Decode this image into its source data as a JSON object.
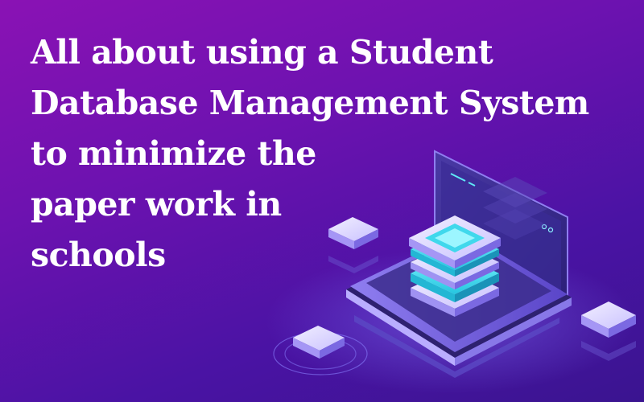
{
  "headline": {
    "lines": [
      "All about using a Student",
      "Database Management System",
      "to minimize the",
      "paper work in",
      "schools"
    ]
  },
  "illustration": {
    "subject": "isometric laptop with server database stack",
    "colors": {
      "background_start": "#8a12b4",
      "background_end": "#3a1490",
      "laptop_screen": "#3b2c8c",
      "laptop_base": "#6a55d8",
      "server_cyan": "#42e6f0",
      "tile_light": "#d8d2ff"
    }
  }
}
